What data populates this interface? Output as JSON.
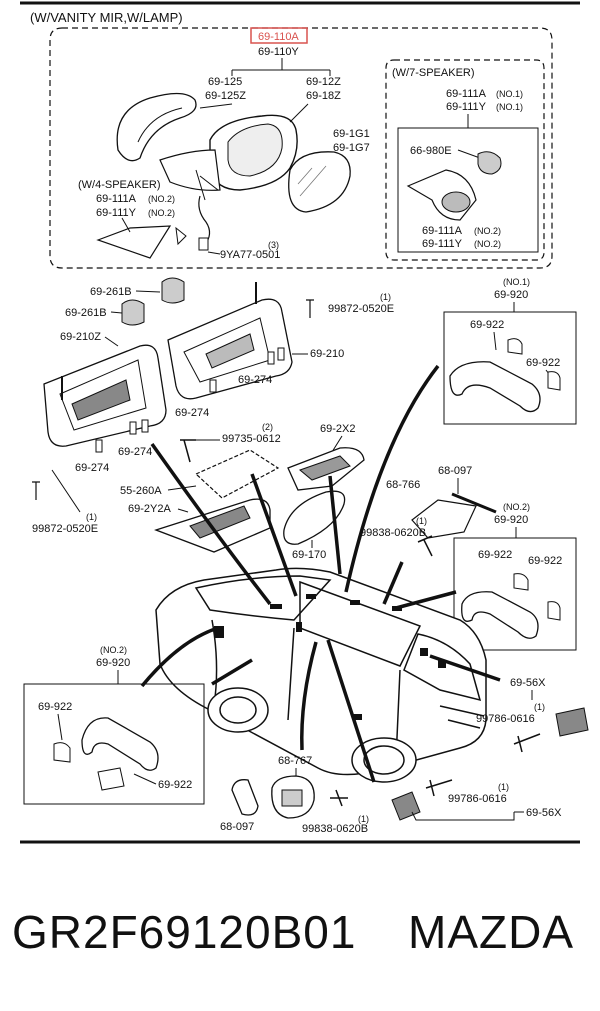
{
  "header": {
    "section_title": "(W/VANITY MIR,W/LAMP)",
    "highlight_part": "69-110A",
    "highlight_part_alt": "69-110Y",
    "highlight_color": "#d9534f"
  },
  "groups": {
    "speaker7": "(W/7-SPEAKER)",
    "speaker4": "(W/4-SPEAKER)"
  },
  "labels": {
    "p69_125": "69-125",
    "p69_125z": "69-125Z",
    "p69_12z": "69-12Z",
    "p69_18z": "69-18Z",
    "p69_1g1": "69-1G1",
    "p69_1g7": "69-1G7",
    "p69_111a_no1": "69-111A",
    "p69_111y_no1": "69-111Y",
    "no1": "(NO.1)",
    "p66_980e": "66-980E",
    "p69_111a_no2_r": "69-111A",
    "p69_111y_no2_r": "69-111Y",
    "no2": "(NO.2)",
    "p69_111a_no2_l": "69-111A",
    "p69_111y_no2_l": "69-111Y",
    "p9ya77": "9YA77-0501",
    "qty3": "(3)",
    "p69_261b_a": "69-261B",
    "p69_261b_b": "69-261B",
    "p99872_a": "99872-0520E",
    "qty1": "(1)",
    "p69_210z": "69-210Z",
    "p69_210": "69-210",
    "p69_274_a": "69-274",
    "p69_274_b": "69-274",
    "p69_274_c": "69-274",
    "p69_274_d": "69-274",
    "p99735": "99735-0612",
    "qty2": "(2)",
    "p55_260a": "55-260A",
    "p69_2y2a": "69-2Y2A",
    "p69_2x2": "69-2X2",
    "p69_170": "69-170",
    "p99872_b": "99872-0520E",
    "p69_920_no1": "69-920",
    "p69_922_a": "69-922",
    "p69_922_b": "69-922",
    "p68_766": "68-766",
    "p68_097_a": "68-097",
    "p99838_a": "99838-0620B",
    "p69_920_no2_r": "69-920",
    "p69_922_c": "69-922",
    "p69_922_d": "69-922",
    "p69_920_no2_l": "69-920",
    "p69_922_e": "69-922",
    "p69_922_f": "69-922",
    "p69_56x_a": "69-56X",
    "p99786_a": "99786-0616",
    "p68_767": "68-767",
    "p68_097_b": "68-097",
    "p99838_b": "99838-0620B",
    "p99786_b": "99786-0616",
    "p69_56x_b": "69-56X"
  },
  "footer": {
    "part_number": "GR2F69120B01",
    "brand": "MAZDA"
  }
}
